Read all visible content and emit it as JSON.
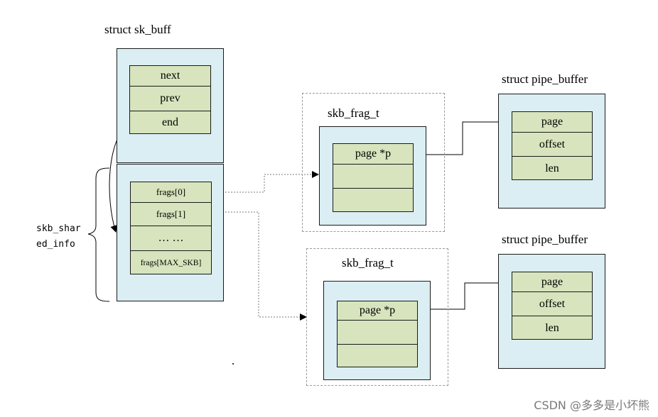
{
  "sk_buff": {
    "title": "struct sk_buff",
    "fields": [
      "next",
      "prev",
      "end"
    ]
  },
  "shared_info": {
    "label_line1": "skb_shar",
    "label_line2": "ed_info",
    "fields": [
      "frags[0]",
      "frags[1]",
      "… …",
      "frags[MAX_SKB]"
    ]
  },
  "frag_top": {
    "title": "skb_frag_t",
    "fields": [
      "page *p",
      "",
      ""
    ]
  },
  "frag_bottom": {
    "title": "skb_frag_t",
    "fields": [
      "page *p",
      "",
      ""
    ]
  },
  "pipe_top": {
    "title": "struct pipe_buffer",
    "fields": [
      "page",
      "offset",
      "len"
    ]
  },
  "pipe_bottom": {
    "title": "struct pipe_buffer",
    "fields": [
      "page",
      "offset",
      "len"
    ]
  },
  "watermark": "CSDN @多多是小坏熊",
  "colors": {
    "outer_box": "#daeef3",
    "field_box": "#d7e4bd",
    "border": "#1a1a1a",
    "dashed_border": "#9a9a9a"
  }
}
